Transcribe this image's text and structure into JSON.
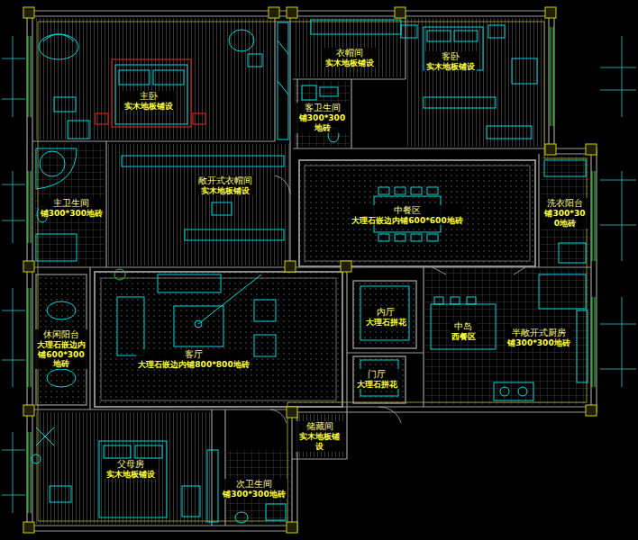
{
  "diagram": {
    "nodes": [
      {
        "text": [
          "主卧",
          "实木地板铺设"
        ]
      },
      {
        "text": [
          "衣帽间",
          "实木地板铺设"
        ]
      },
      {
        "text": [
          "客卧",
          "实木地板铺设"
        ]
      },
      {
        "text": [
          "客卫生间",
          "铺300*300地砖"
        ]
      },
      {
        "text": [
          "主卫生间",
          "铺300*300地砖"
        ]
      },
      {
        "text": [
          "敞开式衣帽间",
          "实木地板铺设"
        ]
      },
      {
        "text": [
          "中餐区",
          "大理石嵌边内铺600*600地砖"
        ]
      },
      {
        "text": [
          "洗衣阳台",
          "铺300*300地砖"
        ]
      },
      {
        "text": [
          "休闲阳台",
          "大理石嵌边内铺600*300地砖"
        ]
      },
      {
        "text": [
          "客厅",
          "大理石嵌边内铺800*800地砖"
        ]
      },
      {
        "text": [
          "内厅",
          "大理石拼花"
        ]
      },
      {
        "text": [
          "半敞开式厨房",
          "铺300*300地砖"
        ]
      },
      {
        "text": [
          "中岛",
          "西餐区"
        ],
        "in": 11
      },
      {
        "text": [
          "门厅",
          "大理石拼花"
        ]
      },
      {
        "text": [
          "储藏间",
          "实木地板铺设"
        ]
      },
      {
        "text": [
          "父母房",
          "实木地板铺设"
        ]
      },
      {
        "text": [
          "次卫生间",
          "铺300*300地砖"
        ]
      }
    ]
  }
}
